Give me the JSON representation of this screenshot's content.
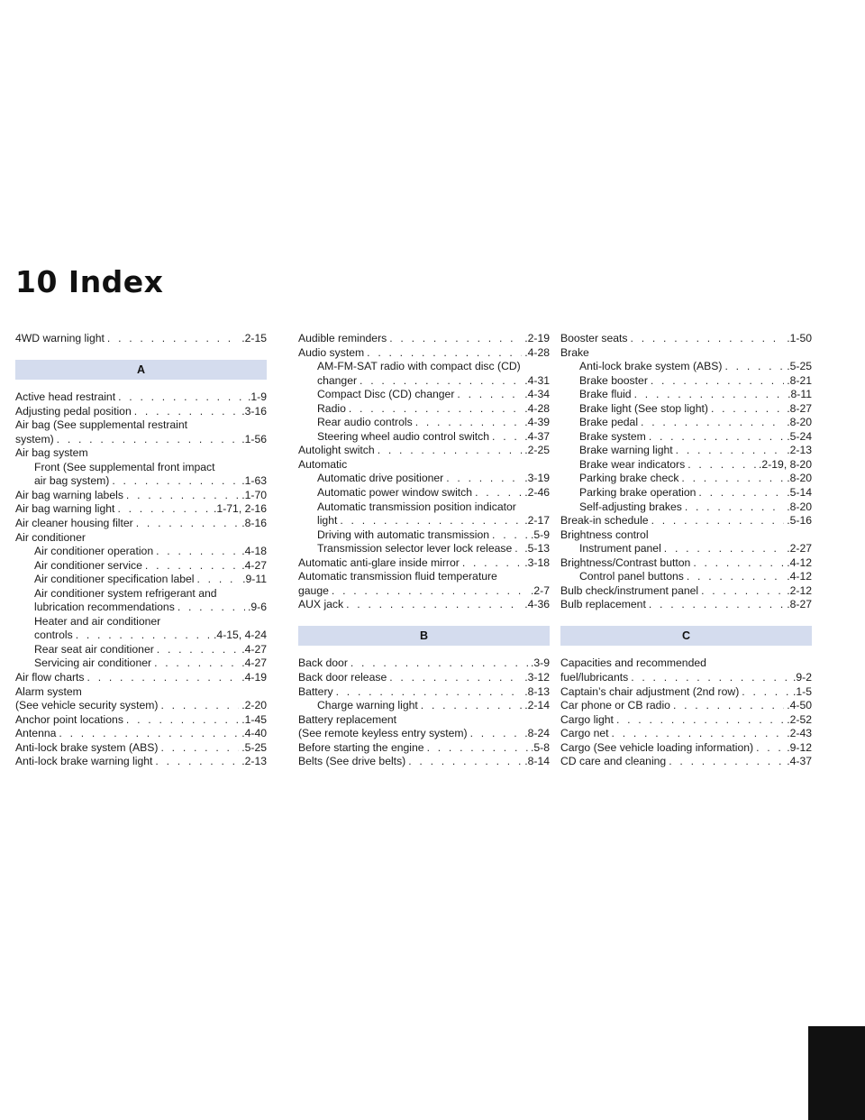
{
  "chapter_title": "10  Index",
  "columns": [
    [
      {
        "t": "4WD warning light",
        "p": ".2-15"
      },
      {
        "gap": true
      },
      {
        "section": "A"
      },
      {
        "gap2": true
      },
      {
        "t": "Active head restraint",
        "p": ".1-9"
      },
      {
        "t": "Adjusting pedal position",
        "p": ".3-16"
      },
      {
        "t": "Air bag (See supplemental restraint"
      },
      {
        "t": "system)",
        "p": ".1-56"
      },
      {
        "t": "Air bag system"
      },
      {
        "t": "Front (See supplemental front impact",
        "i": 1
      },
      {
        "t": "air bag system)",
        "p": ".1-63",
        "i": 1
      },
      {
        "t": "Air bag warning labels",
        "p": ".1-70"
      },
      {
        "t": "Air bag warning light",
        "p": ".1-71, 2-16"
      },
      {
        "t": "Air cleaner housing filter",
        "p": ".8-16"
      },
      {
        "t": "Air conditioner"
      },
      {
        "t": "Air conditioner operation",
        "p": ".4-18",
        "i": 1
      },
      {
        "t": "Air conditioner service",
        "p": ".4-27",
        "i": 1
      },
      {
        "t": "Air conditioner specification label",
        "p": ".9-11",
        "i": 1
      },
      {
        "t": "Air conditioner system refrigerant and",
        "i": 1
      },
      {
        "t": "lubrication recommendations",
        "p": ".9-6",
        "i": 1
      },
      {
        "t": "Heater and air conditioner",
        "i": 1
      },
      {
        "t": "controls",
        "p": ".4-15, 4-24",
        "i": 1
      },
      {
        "t": "Rear seat air conditioner",
        "p": ".4-27",
        "i": 1
      },
      {
        "t": "Servicing air conditioner",
        "p": ".4-27",
        "i": 1
      },
      {
        "t": "Air flow charts",
        "p": ".4-19"
      },
      {
        "t": "Alarm system"
      },
      {
        "t": "(See vehicle security system)",
        "p": ".2-20"
      },
      {
        "t": "Anchor point locations",
        "p": ".1-45"
      },
      {
        "t": "Antenna",
        "p": ".4-40"
      },
      {
        "t": "Anti-lock brake system (ABS)",
        "p": ".5-25"
      },
      {
        "t": "Anti-lock brake warning light",
        "p": ".2-13"
      }
    ],
    [
      {
        "t": "Audible reminders",
        "p": ".2-19"
      },
      {
        "t": "Audio system",
        "p": ".4-28"
      },
      {
        "t": "AM-FM-SAT radio with compact disc (CD)",
        "i": 1
      },
      {
        "t": "changer",
        "p": ".4-31",
        "i": 1
      },
      {
        "t": "Compact Disc (CD) changer",
        "p": ".4-34",
        "i": 1
      },
      {
        "t": "Radio",
        "p": ".4-28",
        "i": 1
      },
      {
        "t": "Rear audio controls",
        "p": ".4-39",
        "i": 1
      },
      {
        "t": "Steering wheel audio control switch",
        "p": ".4-37",
        "i": 1
      },
      {
        "t": "Autolight switch",
        "p": ".2-25"
      },
      {
        "t": "Automatic"
      },
      {
        "t": "Automatic drive positioner",
        "p": ".3-19",
        "i": 1
      },
      {
        "t": "Automatic power window switch",
        "p": ".2-46",
        "i": 1
      },
      {
        "t": "Automatic transmission position indicator",
        "i": 1
      },
      {
        "t": "light",
        "p": ".2-17",
        "i": 1
      },
      {
        "t": "Driving with automatic transmission",
        "p": ".5-9",
        "i": 1
      },
      {
        "t": "Transmission selector lever lock release",
        "p": ".5-13",
        "i": 1
      },
      {
        "t": "Automatic anti-glare inside mirror",
        "p": ".3-18"
      },
      {
        "t": "Automatic transmission fluid temperature"
      },
      {
        "t": "gauge",
        "p": ".2-7"
      },
      {
        "t": "AUX jack",
        "p": ".4-36"
      },
      {
        "gap": true
      },
      {
        "section": "B"
      },
      {
        "gap2": true
      },
      {
        "t": "Back door",
        "p": ".3-9"
      },
      {
        "t": "Back door release",
        "p": ".3-12"
      },
      {
        "t": "Battery",
        "p": ".8-13"
      },
      {
        "t": "Charge warning light",
        "p": ".2-14",
        "i": 1
      },
      {
        "t": "Battery replacement"
      },
      {
        "t": "(See remote keyless entry system)",
        "p": ".8-24"
      },
      {
        "t": "Before starting the engine",
        "p": ".5-8"
      },
      {
        "t": "Belts (See drive belts)",
        "p": ".8-14"
      }
    ],
    [
      {
        "t": "Booster seats",
        "p": ".1-50"
      },
      {
        "t": "Brake"
      },
      {
        "t": "Anti-lock brake system (ABS)",
        "p": ".5-25",
        "i": 1
      },
      {
        "t": "Brake booster",
        "p": ".8-21",
        "i": 1
      },
      {
        "t": "Brake fluid",
        "p": ".8-11",
        "i": 1
      },
      {
        "t": "Brake light (See stop light)",
        "p": ".8-27",
        "i": 1
      },
      {
        "t": "Brake pedal",
        "p": ".8-20",
        "i": 1
      },
      {
        "t": "Brake system",
        "p": ".5-24",
        "i": 1
      },
      {
        "t": "Brake warning light",
        "p": ".2-13",
        "i": 1
      },
      {
        "t": "Brake wear indicators",
        "p": ".2-19, 8-20",
        "i": 1
      },
      {
        "t": "Parking brake check",
        "p": ".8-20",
        "i": 1
      },
      {
        "t": "Parking brake operation",
        "p": ".5-14",
        "i": 1
      },
      {
        "t": "Self-adjusting brakes",
        "p": ".8-20",
        "i": 1
      },
      {
        "t": "Break-in schedule",
        "p": ".5-16"
      },
      {
        "t": "Brightness control"
      },
      {
        "t": "Instrument panel",
        "p": ".2-27",
        "i": 1
      },
      {
        "t": "Brightness/Contrast button",
        "p": ".4-12"
      },
      {
        "t": "Control panel buttons",
        "p": ".4-12",
        "i": 1
      },
      {
        "t": "Bulb check/instrument panel",
        "p": ".2-12"
      },
      {
        "t": "Bulb replacement",
        "p": ".8-27"
      },
      {
        "gap": true
      },
      {
        "section": "C"
      },
      {
        "gap2": true
      },
      {
        "t": "Capacities and recommended"
      },
      {
        "t": "fuel/lubricants",
        "p": ".9-2"
      },
      {
        "t": "Captain’s chair adjustment (2nd row)",
        "p": ".1-5"
      },
      {
        "t": "Car phone or CB radio",
        "p": ".4-50"
      },
      {
        "t": "Cargo light",
        "p": ".2-52"
      },
      {
        "t": "Cargo net",
        "p": ".2-43"
      },
      {
        "t": "Cargo (See vehicle loading information)",
        "p": ".9-12"
      },
      {
        "t": "CD care and cleaning",
        "p": ".4-37"
      }
    ]
  ]
}
